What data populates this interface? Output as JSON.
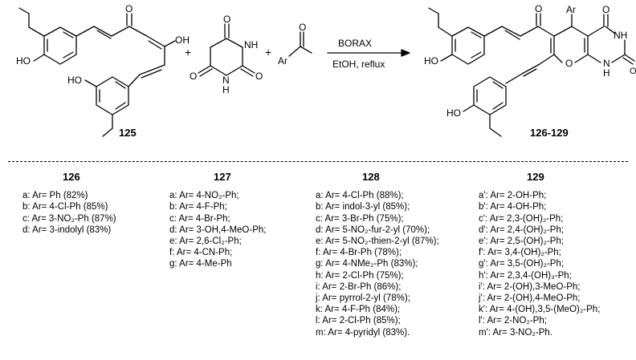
{
  "scheme": {
    "compound_labels": {
      "curcumin": "125",
      "products": "126-129"
    },
    "atom_labels": {
      "reactant_HO_top": "HO",
      "reactant_O_ketone": "O",
      "reactant_OH_enol": "OH",
      "reactant_HO_bottom": "HO",
      "barb_NH_top": "NH",
      "barb_NH_bottom": "N",
      "barb_NH_bottom_h": "H",
      "barb_O_top": "O",
      "barb_O_left": "O",
      "barb_O_right": "O",
      "aldehyde_O": "O",
      "aldehyde_Ar": "Ar",
      "prod_HO_top": "HO",
      "prod_O_ketone": "O",
      "prod_Ar": "Ar",
      "prod_O_top": "O",
      "prod_NH": "NH",
      "prod_O_right": "O",
      "prod_NH_bottom": "N",
      "prod_NH_bottom_h": "H",
      "prod_O_ring": "O",
      "prod_HO_bottom": "HO"
    },
    "plus_1": "+",
    "plus_2": "+",
    "reagent": "BORAX",
    "conditions": "EtOH, reflux"
  },
  "columns": [
    {
      "head": "126",
      "items": [
        "a: Ar= Ph (82%)",
        "b: Ar= 4-Cl-Ph (85%)",
        "c: Ar= 3-NO₂-Ph (87%)",
        "d: Ar= 3-indolyl (83%)"
      ]
    },
    {
      "head": "127",
      "items": [
        "a: Ar= 4-NO₂-Ph;",
        "b: Ar= 4-F-Ph;",
        "c: Ar= 4-Br-Ph;",
        "d: Ar= 3-OH,4-MeO-Ph;",
        "e: Ar= 2,6-Cl₂-Ph;",
        "f: Ar= 4-CN-Ph;",
        "g: Ar= 4-Me-Ph"
      ]
    },
    {
      "head": "128",
      "items": [
        "a: Ar= 4-Cl-Ph (88%);",
        "b: Ar= indol-3-yl (85%);",
        "c: Ar= 3-Br-Ph (75%);",
        "d: Ar= 5-NO₂-fur-2-yl (70%);",
        "e: Ar= 5-NO₂-thien-2-yl (87%);",
        "f: Ar= 4-Br-Ph (78%);",
        "g: Ar= 4-NMe₂-Ph (83%);",
        "h: Ar= 2-Cl-Ph (75%);",
        "i: Ar= 2-Br-Ph (86%);",
        "j: Ar= pyrrol-2-yl (78%);",
        "k: Ar= 4-F-Ph (84%);",
        "l: Ar= 2-Cl-Ph (85%);",
        "m: Ar= 4-pyridyl (83%)."
      ]
    },
    {
      "head": "129",
      "items": [
        "a': Ar= 2-OH-Ph;",
        "b': Ar= 4-OH-Ph;",
        "c': Ar= 2,3-(OH)₂-Ph;",
        "d': Ar= 2,4-(OH)₂-Ph;",
        "e': Ar= 2,5-(OH)₂-Ph;",
        "f': Ar= 3,4-(OH)₂-Ph;",
        "g': Ar= 3,5-(OH)₂-Ph;",
        "h': Ar= 2,3,4-(OH)₃-Ph;",
        "i': Ar= 2-(OH),3-MeO-Ph;",
        "j': Ar= 2-(OH),4-MeO-Ph;",
        "k': Ar= 4-(OH),3,5-(MeO)₂-Ph;",
        "l': Ar= 2-NO₂-Ph;",
        "m': Ar= 3-NO₂-Ph."
      ]
    }
  ]
}
